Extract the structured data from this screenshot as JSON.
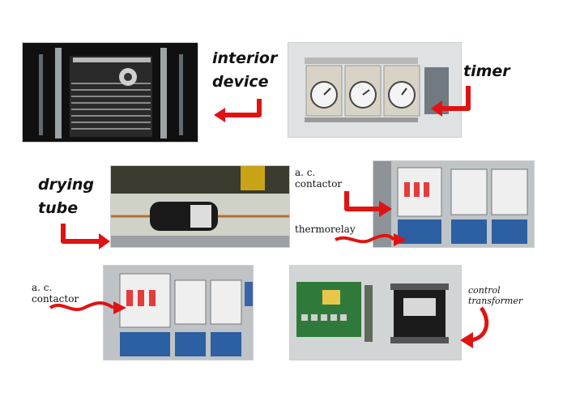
{
  "labels": {
    "interior_device": "interior\ndevice",
    "timer": "timer",
    "drying_tube": "drying\ntube",
    "ac_contactor_top": "a. c.\ncontactor",
    "thermorelay": "thermorelay",
    "ac_contactor_bottom": "a. c.\ncontactor",
    "control_transformer": "control\ntransformer"
  },
  "colors": {
    "arrow": "#e01313",
    "photo_dark": "#141414",
    "panel_gray": "#d6d9da",
    "contactor_white": "#eeeeee",
    "relay_blue": "#2d5fa3",
    "pcb_green": "#2f7a3a",
    "transformer_black": "#1b1b1b"
  },
  "icons": [
    "red-bent-arrow-icon",
    "red-curved-arrow-icon",
    "red-squiggle-arrow-icon"
  ]
}
